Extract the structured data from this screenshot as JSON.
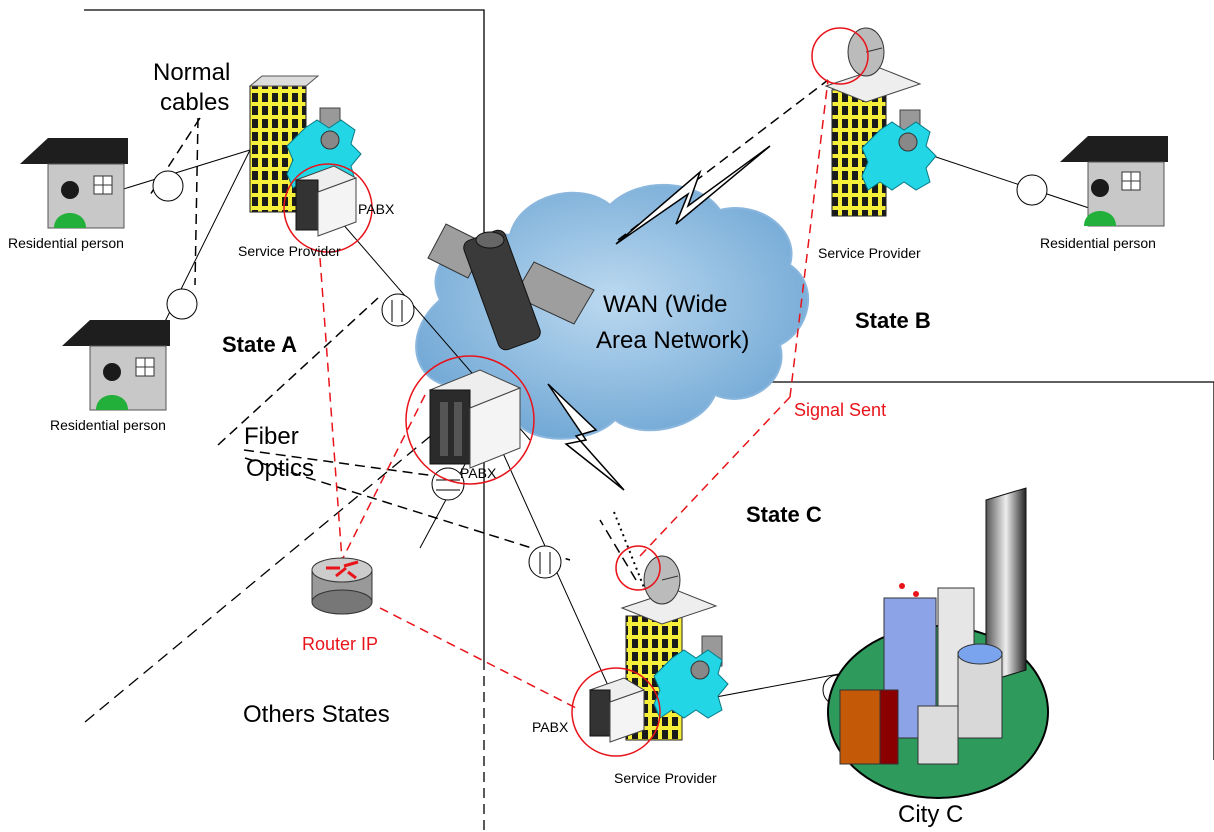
{
  "labels": {
    "normal_cables_1": "Normal",
    "normal_cables_2": "cables",
    "residential_person": "Residential person",
    "service_provider": "Service Provider",
    "pabx": "PABX",
    "state_a": "State A",
    "state_b": "State B",
    "state_c": "State C",
    "wan_1": "WAN (Wide",
    "wan_2": "Area Network)",
    "fiber_1": "Fiber",
    "fiber_2": "Optics",
    "signal_sent": "Signal Sent",
    "router_ip": "Router IP",
    "others_states": "Others States",
    "city_c": "City C"
  },
  "colors": {
    "red_link": "#e8141a",
    "cloud": "#7fb0d8",
    "building": "#f6ef3a",
    "gear": "#22d6e6",
    "house_wall": "#c8c8c8",
    "person": "#22b03a",
    "city_base": "#2e9a5c"
  },
  "icons": [
    "house-icon",
    "building-icon",
    "gear-icon",
    "pabx-icon",
    "satellite-icon",
    "dish-icon",
    "router-icon",
    "city-icon",
    "cloud-icon",
    "lightning-icon"
  ]
}
